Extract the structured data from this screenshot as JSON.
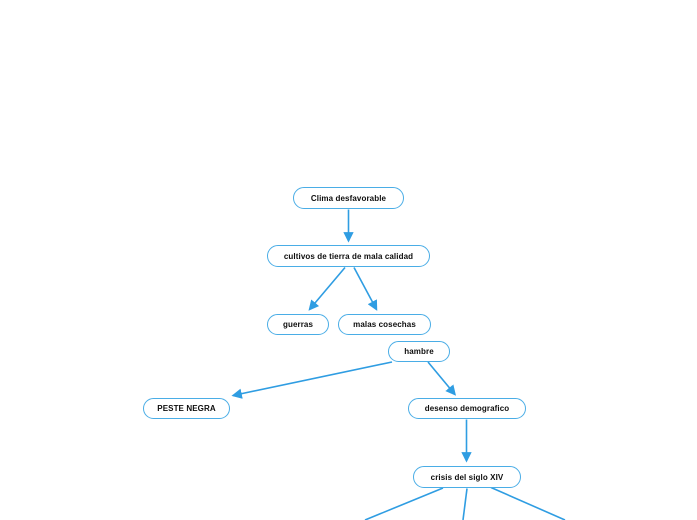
{
  "app": {
    "type": "mind-map-canvas",
    "background_color": "#ffffff"
  },
  "colors": {
    "node_border": "#4aade6",
    "node_fill": "#ffffff",
    "connector": "#2f9de2",
    "node_text": "#0d0d0d"
  },
  "nodes": [
    {
      "id": "clima",
      "label": "Clima desfavorable"
    },
    {
      "id": "cultivos",
      "label": "cultivos de tierra de mala calidad"
    },
    {
      "id": "guerras",
      "label": "guerras"
    },
    {
      "id": "malas-cosechas",
      "label": "malas cosechas"
    },
    {
      "id": "hambre",
      "label": "hambre"
    },
    {
      "id": "peste-negra",
      "label": "PESTE NEGRA"
    },
    {
      "id": "desenso",
      "label": "desenso demografico"
    },
    {
      "id": "crisis",
      "label": "crisis del siglo XIV"
    }
  ],
  "edges": [
    {
      "from": "clima",
      "to": "cultivos",
      "arrow": true
    },
    {
      "from": "cultivos",
      "to": "guerras",
      "arrow": true
    },
    {
      "from": "cultivos",
      "to": "malas-cosechas",
      "arrow": true
    },
    {
      "from": "hambre",
      "to": "peste-negra",
      "arrow": true
    },
    {
      "from": "hambre",
      "to": "desenso",
      "arrow": true
    },
    {
      "from": "desenso",
      "to": "crisis",
      "arrow": true
    },
    {
      "from": "crisis",
      "to": "offscreen-bottom-left",
      "arrow": false
    },
    {
      "from": "crisis",
      "to": "offscreen-bottom-center",
      "arrow": false
    },
    {
      "from": "crisis",
      "to": "offscreen-bottom-right",
      "arrow": false
    }
  ]
}
